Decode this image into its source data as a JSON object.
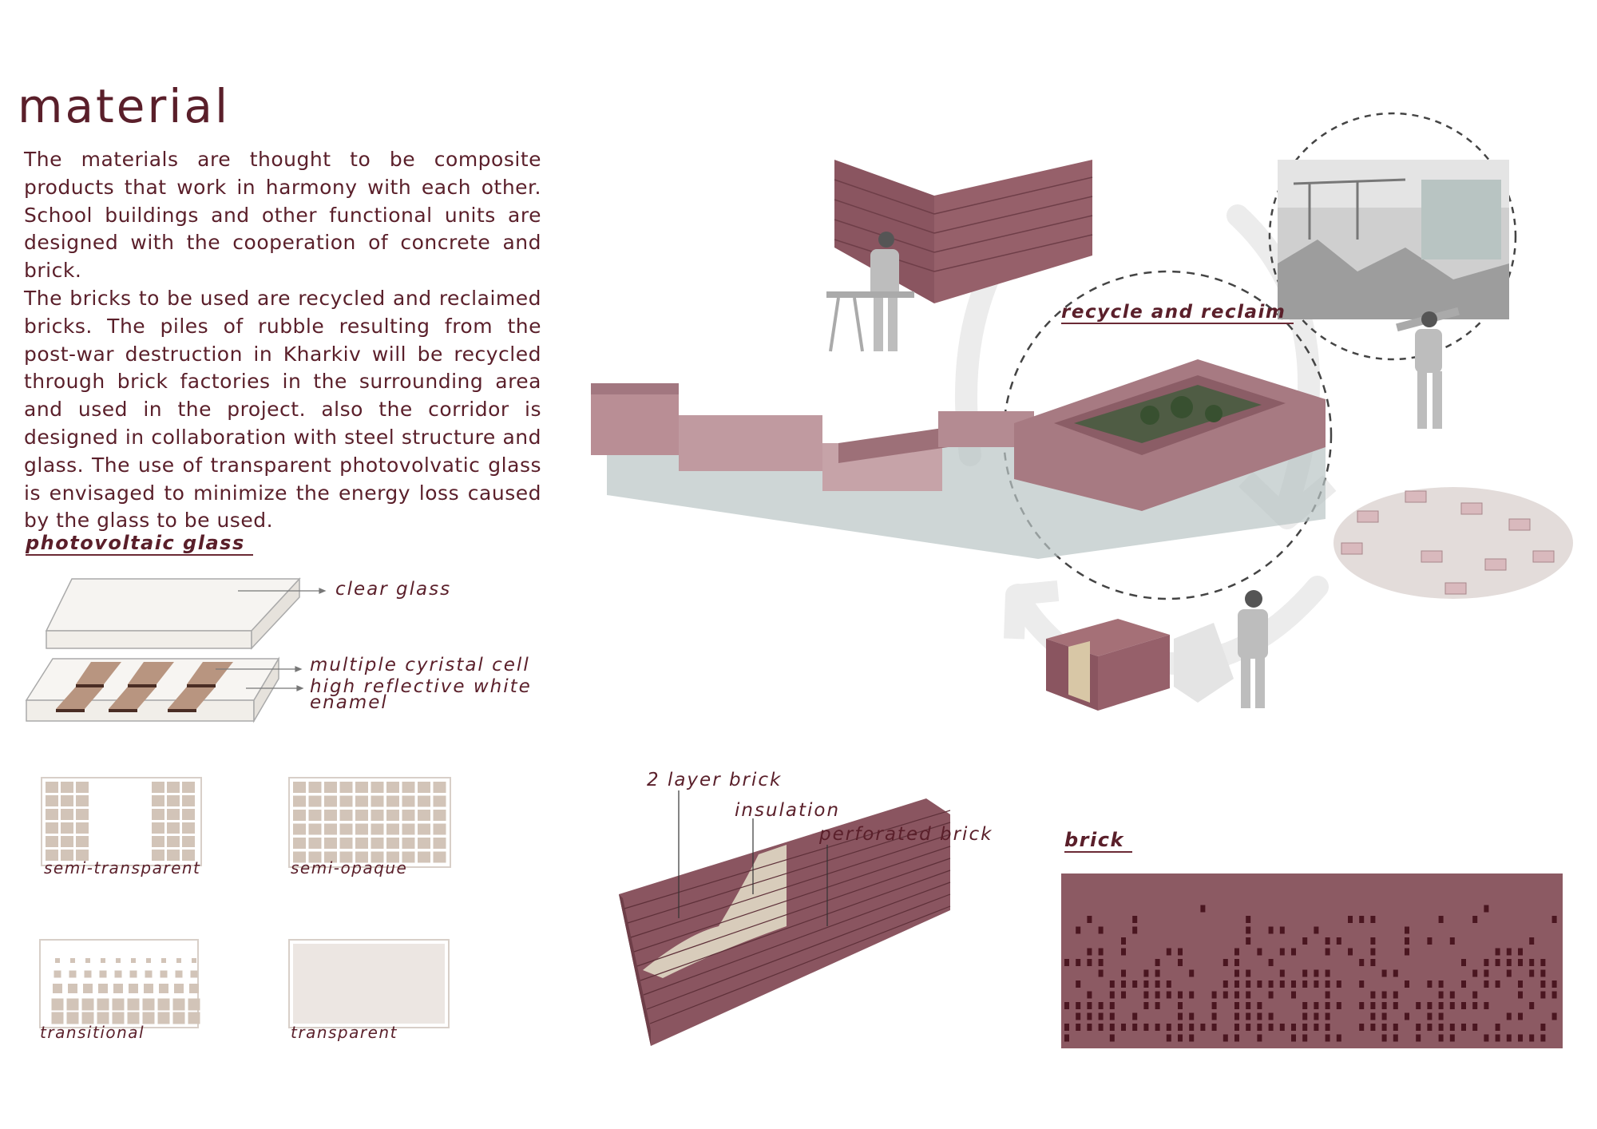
{
  "title": "material",
  "body": {
    "paragraph1": "The materials are thought to be composite products that work in harmony with each other. School buildings and other functional units are designed with the cooperation of concrete and brick.",
    "paragraph2": "The bricks to be used are recycled and reclaimed bricks. The piles of rubble resulting from the post-war destruction in Kharkiv will be recycled through brick factories in the surrounding area and used in the project. also the corridor is designed in collaboration with steel structure and glass. The use of transparent photovolvatic glass is envisaged to minimize the energy loss caused by the glass to be used."
  },
  "photovoltaic": {
    "heading": "photovoltaic glass",
    "labels": {
      "clear_glass": "clear glass",
      "cell": "multiple cyristal cell",
      "enamel": "high reflective white enamel"
    },
    "panels": [
      "semi-transparent",
      "semi-opaque",
      "transitional",
      "transparent"
    ]
  },
  "cycle": {
    "label": "recycle and reclaim"
  },
  "wall_section": {
    "labels": [
      "2 layer brick",
      "insulation",
      "perforated brick"
    ]
  },
  "brick": {
    "heading": "brick"
  },
  "colors": {
    "text": "#5a1f2a",
    "brick": "#8a5560",
    "brick_dark": "#6e3e48",
    "insulation": "#d8ccbb",
    "cell": "#b89580",
    "pv_cell": "#d2c4b8"
  }
}
